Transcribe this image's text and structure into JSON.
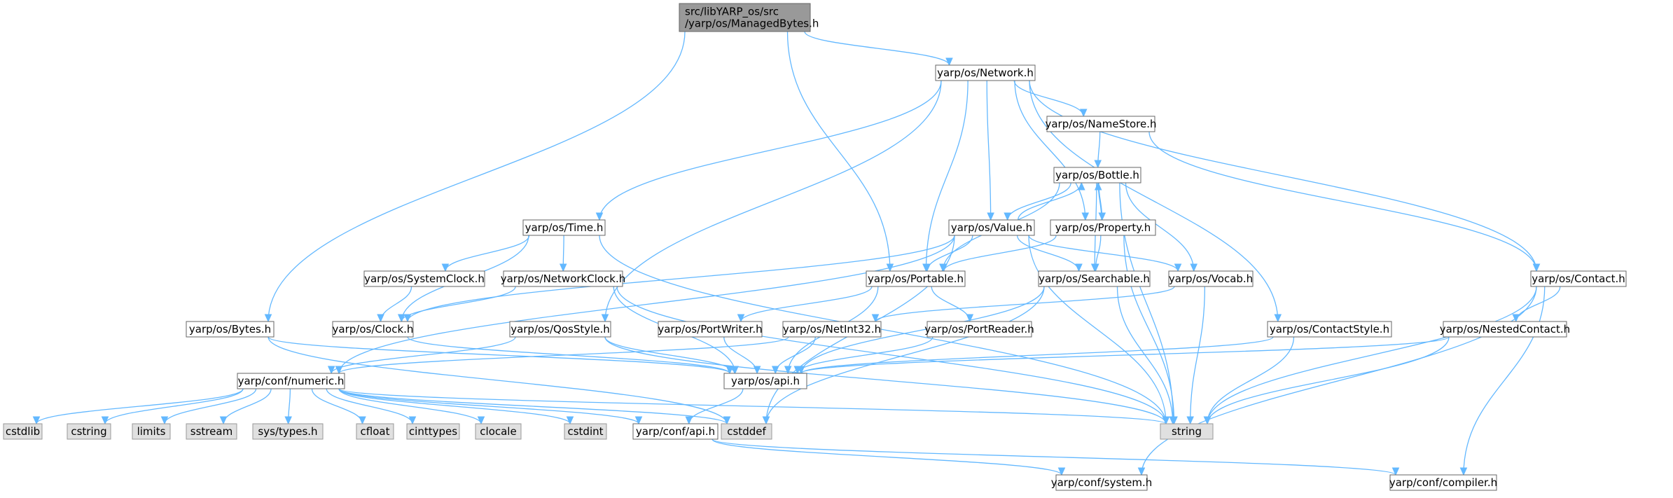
{
  "diagram": {
    "colors": {
      "edge": "#63b8ff",
      "node_fill": "#ffffff",
      "node_border": "#666666",
      "root_fill": "#999999",
      "root_border": "#666666",
      "system_fill": "#e0e0e0",
      "system_border": "#999999"
    },
    "nodes": [
      {
        "id": "root",
        "kind": "root",
        "lines": [
          "src/libYARP_os/src",
          "/yarp/os/ManagedBytes.h"
        ]
      },
      {
        "id": "network",
        "kind": "header",
        "lines": [
          "yarp/os/Network.h"
        ]
      },
      {
        "id": "bytes",
        "kind": "header",
        "lines": [
          "yarp/os/Bytes.h"
        ]
      },
      {
        "id": "portable",
        "kind": "header",
        "lines": [
          "yarp/os/Portable.h"
        ]
      },
      {
        "id": "time",
        "kind": "header",
        "lines": [
          "yarp/os/Time.h"
        ]
      },
      {
        "id": "qosstyle",
        "kind": "header",
        "lines": [
          "yarp/os/QosStyle.h"
        ]
      },
      {
        "id": "value",
        "kind": "header",
        "lines": [
          "yarp/os/Value.h"
        ]
      },
      {
        "id": "property",
        "kind": "header",
        "lines": [
          "yarp/os/Property.h"
        ]
      },
      {
        "id": "namestore",
        "kind": "header",
        "lines": [
          "yarp/os/NameStore.h"
        ]
      },
      {
        "id": "contactstyle",
        "kind": "header",
        "lines": [
          "yarp/os/ContactStyle.h"
        ]
      },
      {
        "id": "contact",
        "kind": "header",
        "lines": [
          "yarp/os/Contact.h"
        ]
      },
      {
        "id": "bottle",
        "kind": "header",
        "lines": [
          "yarp/os/Bottle.h"
        ]
      },
      {
        "id": "systemclock",
        "kind": "header",
        "lines": [
          "yarp/os/SystemClock.h"
        ]
      },
      {
        "id": "networkclock",
        "kind": "header",
        "lines": [
          "yarp/os/NetworkClock.h"
        ]
      },
      {
        "id": "clock",
        "kind": "header",
        "lines": [
          "yarp/os/Clock.h"
        ]
      },
      {
        "id": "portwriter",
        "kind": "header",
        "lines": [
          "yarp/os/PortWriter.h"
        ]
      },
      {
        "id": "portreader",
        "kind": "header",
        "lines": [
          "yarp/os/PortReader.h"
        ]
      },
      {
        "id": "searchable",
        "kind": "header",
        "lines": [
          "yarp/os/Searchable.h"
        ]
      },
      {
        "id": "vocab",
        "kind": "header",
        "lines": [
          "yarp/os/Vocab.h"
        ]
      },
      {
        "id": "netint32",
        "kind": "header",
        "lines": [
          "yarp/os/NetInt32.h"
        ]
      },
      {
        "id": "nestedcontact",
        "kind": "header",
        "lines": [
          "yarp/os/NestedContact.h"
        ]
      },
      {
        "id": "numeric",
        "kind": "header",
        "lines": [
          "yarp/conf/numeric.h"
        ]
      },
      {
        "id": "osapi",
        "kind": "header",
        "lines": [
          "yarp/os/api.h"
        ]
      },
      {
        "id": "confapi",
        "kind": "header",
        "lines": [
          "yarp/conf/api.h"
        ]
      },
      {
        "id": "system",
        "kind": "header",
        "lines": [
          "yarp/conf/system.h"
        ]
      },
      {
        "id": "compiler",
        "kind": "header",
        "lines": [
          "yarp/conf/compiler.h"
        ]
      },
      {
        "id": "string",
        "kind": "system",
        "lines": [
          "string"
        ]
      },
      {
        "id": "cstddef",
        "kind": "system",
        "lines": [
          "cstddef"
        ]
      },
      {
        "id": "cstdlib",
        "kind": "system",
        "lines": [
          "cstdlib"
        ]
      },
      {
        "id": "cstring",
        "kind": "system",
        "lines": [
          "cstring"
        ]
      },
      {
        "id": "limits",
        "kind": "system",
        "lines": [
          "limits"
        ]
      },
      {
        "id": "sstream",
        "kind": "system",
        "lines": [
          "sstream"
        ]
      },
      {
        "id": "systypes",
        "kind": "system",
        "lines": [
          "sys/types.h"
        ]
      },
      {
        "id": "cfloat",
        "kind": "system",
        "lines": [
          "cfloat"
        ]
      },
      {
        "id": "cinttypes",
        "kind": "system",
        "lines": [
          "cinttypes"
        ]
      },
      {
        "id": "clocale",
        "kind": "system",
        "lines": [
          "clocale"
        ]
      },
      {
        "id": "cstdint",
        "kind": "system",
        "lines": [
          "cstdint"
        ]
      }
    ],
    "edges": [
      [
        "root",
        "network"
      ],
      [
        "root",
        "bytes"
      ],
      [
        "root",
        "portable"
      ],
      [
        "network",
        "time"
      ],
      [
        "network",
        "qosstyle"
      ],
      [
        "network",
        "portable"
      ],
      [
        "network",
        "value"
      ],
      [
        "network",
        "property"
      ],
      [
        "network",
        "namestore"
      ],
      [
        "network",
        "contactstyle"
      ],
      [
        "network",
        "contact"
      ],
      [
        "namestore",
        "bottle"
      ],
      [
        "namestore",
        "contact"
      ],
      [
        "bottle",
        "value"
      ],
      [
        "value",
        "bottle"
      ],
      [
        "bottle",
        "property"
      ],
      [
        "property",
        "bottle"
      ],
      [
        "bottle",
        "portable"
      ],
      [
        "bottle",
        "searchable"
      ],
      [
        "bottle",
        "vocab"
      ],
      [
        "bottle",
        "string"
      ],
      [
        "value",
        "portable"
      ],
      [
        "value",
        "searchable"
      ],
      [
        "value",
        "vocab"
      ],
      [
        "value",
        "string"
      ],
      [
        "value",
        "numeric"
      ],
      [
        "value",
        "clock"
      ],
      [
        "value",
        "cstddef"
      ],
      [
        "property",
        "portable"
      ],
      [
        "property",
        "searchable"
      ],
      [
        "property",
        "string"
      ],
      [
        "time",
        "systemclock"
      ],
      [
        "time",
        "networkclock"
      ],
      [
        "time",
        "clock"
      ],
      [
        "time",
        "string"
      ],
      [
        "systemclock",
        "clock"
      ],
      [
        "networkclock",
        "clock"
      ],
      [
        "networkclock",
        "osapi"
      ],
      [
        "networkclock",
        "string"
      ],
      [
        "clock",
        "osapi"
      ],
      [
        "portable",
        "portwriter"
      ],
      [
        "portable",
        "portreader"
      ],
      [
        "portable",
        "osapi"
      ],
      [
        "portwriter",
        "osapi"
      ],
      [
        "portreader",
        "osapi"
      ],
      [
        "searchable",
        "osapi"
      ],
      [
        "searchable",
        "string"
      ],
      [
        "searchable",
        "cstddef"
      ],
      [
        "vocab",
        "netint32"
      ],
      [
        "vocab",
        "string"
      ],
      [
        "netint32",
        "osapi"
      ],
      [
        "netint32",
        "numeric"
      ],
      [
        "qosstyle",
        "osapi"
      ],
      [
        "qosstyle",
        "numeric"
      ],
      [
        "qosstyle",
        "string"
      ],
      [
        "bytes",
        "osapi"
      ],
      [
        "bytes",
        "cstddef"
      ],
      [
        "contactstyle",
        "osapi"
      ],
      [
        "contactstyle",
        "string"
      ],
      [
        "contact",
        "nestedcontact"
      ],
      [
        "contact",
        "string"
      ],
      [
        "contact",
        "system"
      ],
      [
        "contact",
        "compiler"
      ],
      [
        "nestedcontact",
        "osapi"
      ],
      [
        "nestedcontact",
        "string"
      ],
      [
        "osapi",
        "confapi"
      ],
      [
        "confapi",
        "system"
      ],
      [
        "confapi",
        "compiler"
      ],
      [
        "numeric",
        "cstdlib"
      ],
      [
        "numeric",
        "cstring"
      ],
      [
        "numeric",
        "limits"
      ],
      [
        "numeric",
        "sstream"
      ],
      [
        "numeric",
        "systypes"
      ],
      [
        "numeric",
        "cfloat"
      ],
      [
        "numeric",
        "cinttypes"
      ],
      [
        "numeric",
        "clocale"
      ],
      [
        "numeric",
        "cstdint"
      ],
      [
        "numeric",
        "cstddef"
      ],
      [
        "numeric",
        "string"
      ],
      [
        "numeric",
        "confapi"
      ]
    ]
  }
}
